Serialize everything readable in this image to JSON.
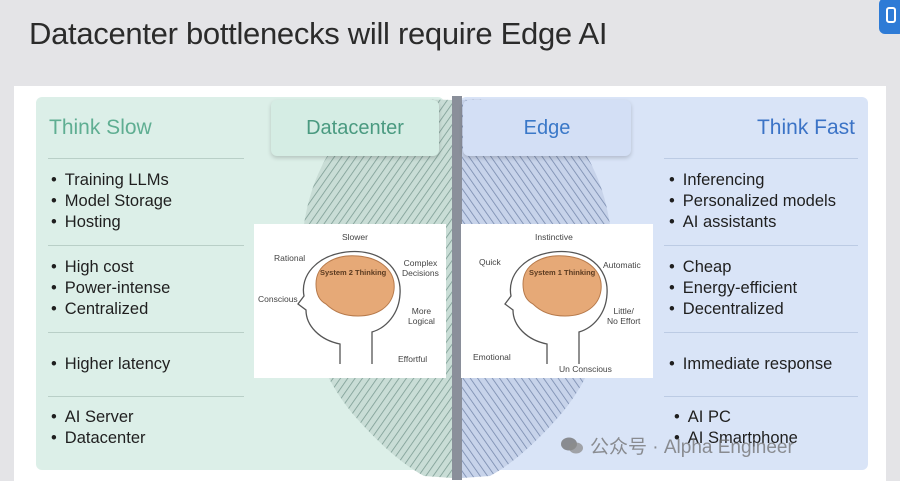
{
  "title": "Datacenter bottlenecks will require Edge AI",
  "left_panel": {
    "title": "Think Slow",
    "tab": "Datacenter",
    "groups": [
      [
        "Training LLMs",
        "Model Storage",
        "Hosting"
      ],
      [
        "High cost",
        "Power-intense",
        "Centralized"
      ],
      [
        "Higher latency"
      ],
      [
        "AI Server",
        "Datacenter"
      ]
    ],
    "diagram": {
      "center": "System 2 Thinking",
      "labels": [
        "Slower",
        "Rational",
        "Complex\nDecisions",
        "Conscious",
        "More\nLogical",
        "Effortful"
      ]
    }
  },
  "right_panel": {
    "title": "Think Fast",
    "tab": "Edge",
    "groups": [
      [
        "Inferencing",
        "Personalized models",
        "AI assistants"
      ],
      [
        "Cheap",
        "Energy-efficient",
        "Decentralized"
      ],
      [
        "Immediate response"
      ],
      [
        "AI PC",
        "AI Smartphone"
      ]
    ],
    "diagram": {
      "center": "System 1 Thinking",
      "labels": [
        "Instinctive",
        "Quick",
        "Automatic",
        "Little/\nNo Effort",
        "Emotional",
        "Un Conscious"
      ]
    }
  },
  "watermark": "公众号 · Alpha Engineer",
  "colors": {
    "green_title": "#5fae92",
    "blue_title": "#3b73c6",
    "green_panel": "#dcefe8",
    "blue_panel": "#d9e4f7"
  },
  "icons": {
    "corner": "app-window-icon",
    "watermark": "wechat-icon"
  }
}
